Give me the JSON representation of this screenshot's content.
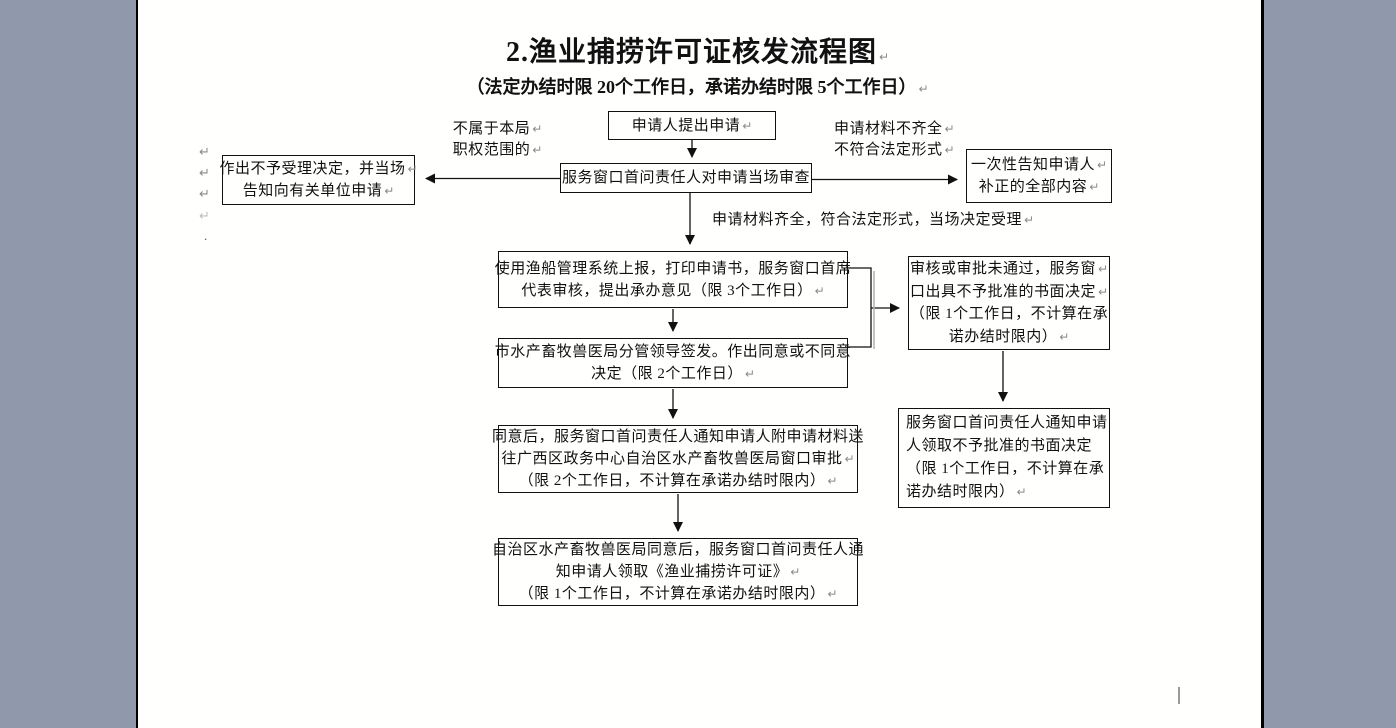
{
  "page": {
    "title": "2.渔业捕捞许可证核发流程图",
    "subtitle": "（法定办结时限 20个工作日，承诺办结时限 5个工作日）"
  },
  "marks": {
    "return": "↵",
    "dot": "."
  },
  "labels": {
    "out_of_scope": [
      "不属于本局",
      "职权范围的"
    ],
    "materials_incomplete": [
      "申请材料不齐全",
      "不符合法定形式"
    ],
    "materials_complete": "申请材料齐全，符合法定形式，当场决定受理"
  },
  "nodes": {
    "apply": [
      "申请人提出申请"
    ],
    "window_review": [
      "服务窗口首问责任人对申请当场审查"
    ],
    "reject_notice": [
      "作出不予受理决定，并当场",
      "告知向有关单位申请"
    ],
    "onetime_notice": [
      "一次性告知申请人",
      "补正的全部内容"
    ],
    "system_report": [
      "使用渔船管理系统上报，打印申请书，服务窗口首席",
      "代表审核，提出承办意见（限 3个工作日）"
    ],
    "leader_sign": [
      "市水产畜牧兽医局分管领导签发。作出同意或不同意",
      "决定（限 2个工作日）"
    ],
    "send_approve": [
      "同意后，服务窗口首问责任人通知申请人附申请材料送",
      "往广西区政务中心自治区水产畜牧兽医局窗口审批",
      "（限 2个工作日，不计算在承诺办结时限内）"
    ],
    "issue_license": [
      "自治区水产畜牧兽医局同意后，服务窗口首问责任人通",
      "知申请人领取《渔业捕捞许可证》",
      "（限 1个工作日，不计算在承诺办结时限内）"
    ],
    "not_approved": [
      "审核或审批未通过，服务窗",
      "口出具不予批准的书面决定",
      "（限 1个工作日，不计算在承",
      "诺办结时限内）"
    ],
    "pickup_decision": [
      "服务窗口首问责任人通知申请",
      "人领取不予批准的书面决定",
      "（限 1个工作日，不计算在承",
      "诺办结时限内）"
    ]
  },
  "colors": {
    "desktop_background": "#9099ac",
    "page_background": "#fffffe",
    "line_and_border": "#111111",
    "paragraph_mark": "#8a8a8a"
  }
}
